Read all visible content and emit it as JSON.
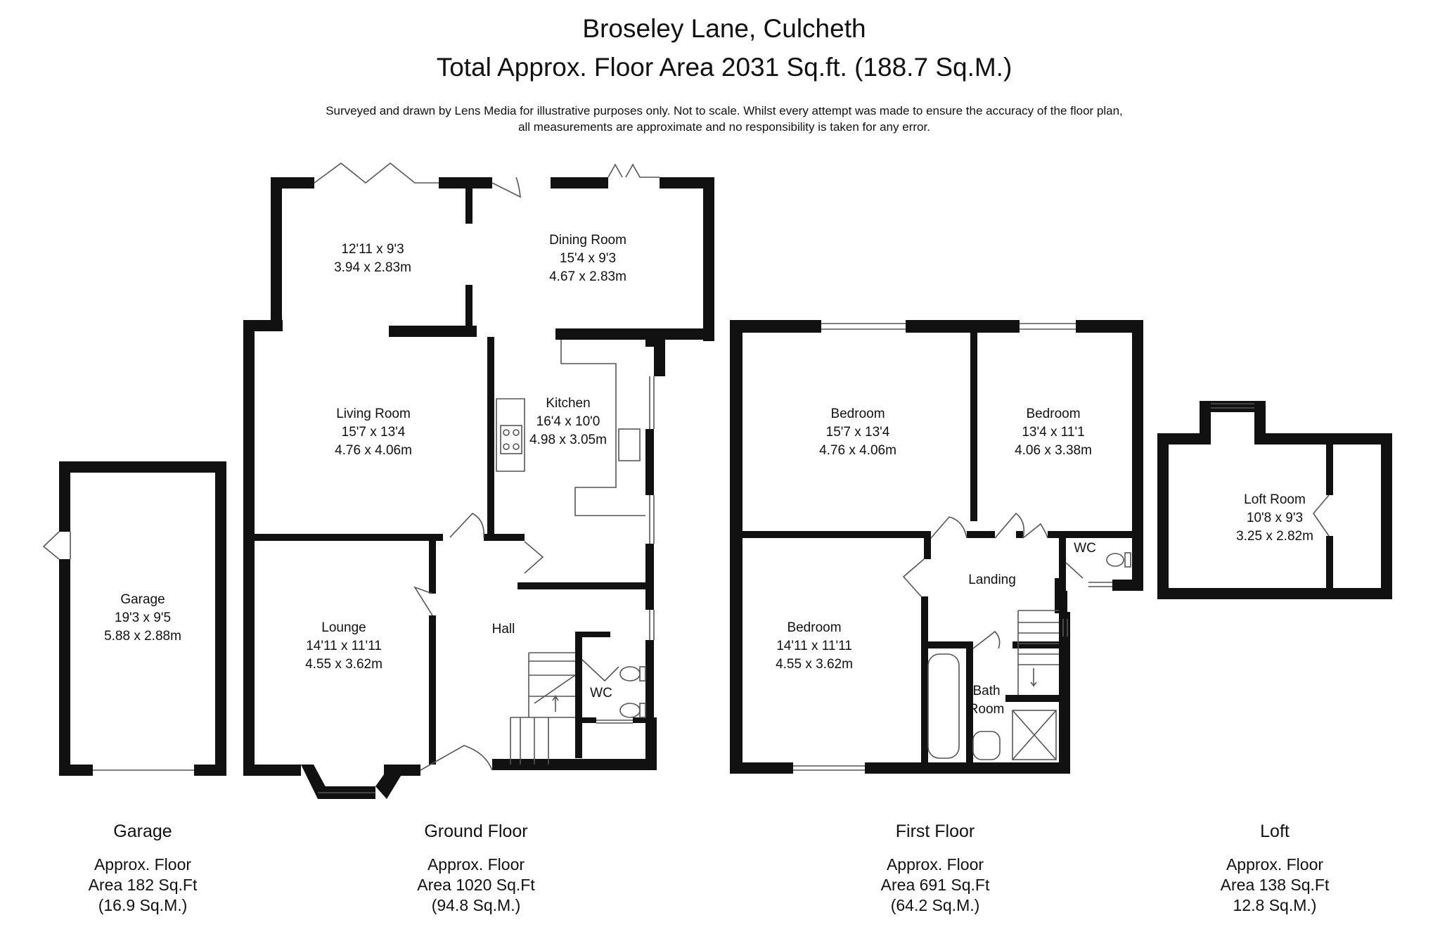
{
  "header": {
    "title": "Broseley Lane, Culcheth",
    "area": "Total Approx. Floor Area 2031 Sq.ft. (188.7 Sq.M.)",
    "disclaimer_1": "Surveyed and drawn by Lens Media for illustrative purposes only. Not to scale. Whilst every attempt was made to ensure the accuracy of the floor plan,",
    "disclaimer_2": "all measurements are approximate and no responsibility is taken for any error."
  },
  "rooms": {
    "garage": {
      "name": "Garage",
      "imperial": "19'3 x 9'5",
      "metric": "5.88 x 2.88m"
    },
    "sunroom": {
      "imperial": "12'11 x 9'3",
      "metric": "3.94 x 2.83m"
    },
    "dining": {
      "name": "Dining Room",
      "imperial": "15'4 x 9'3",
      "metric": "4.67 x 2.83m"
    },
    "living": {
      "name": "Living Room",
      "imperial": "15'7 x 13'4",
      "metric": "4.76 x 4.06m"
    },
    "kitchen": {
      "name": "Kitchen",
      "imperial": "16'4 x 10'0",
      "metric": "4.98 x 3.05m"
    },
    "lounge": {
      "name": "Lounge",
      "imperial": "14'11 x 11'11",
      "metric": "4.55 x 3.62m"
    },
    "hall": {
      "name": "Hall"
    },
    "wc_ground": {
      "name": "WC"
    },
    "bedroom_1": {
      "name": "Bedroom",
      "imperial": "15'7 x 13'4",
      "metric": "4.76 x 4.06m"
    },
    "bedroom_2": {
      "name": "Bedroom",
      "imperial": "13'4 x 11'1",
      "metric": "4.06 x 3.38m"
    },
    "bedroom_3": {
      "name": "Bedroom",
      "imperial": "14'11 x 11'11",
      "metric": "4.55 x 3.62m"
    },
    "landing": {
      "name": "Landing"
    },
    "wc_first": {
      "name": "WC"
    },
    "bathroom": {
      "name_1": "Bath",
      "name_2": "Room"
    },
    "loft_room": {
      "name": "Loft Room",
      "imperial": "10'8 x 9'3",
      "metric": "3.25 x 2.82m"
    }
  },
  "summaries": {
    "garage": {
      "label": "Garage",
      "line1": "Approx. Floor",
      "line2": "Area 182 Sq.Ft",
      "line3": "(16.9 Sq.M.)"
    },
    "ground": {
      "label": "Ground Floor",
      "line1": "Approx. Floor",
      "line2": "Area 1020 Sq.Ft",
      "line3": "(94.8 Sq.M.)"
    },
    "first": {
      "label": "First Floor",
      "line1": "Approx. Floor",
      "line2": "Area 691 Sq.Ft",
      "line3": "(64.2 Sq.M.)"
    },
    "loft": {
      "label": "Loft",
      "line1": "Approx. Floor",
      "line2": "Area 138 Sq.Ft",
      "line3": "12.8 Sq.M.)"
    }
  },
  "colors": {
    "wall": "#111111",
    "fixture": "#555555",
    "background": "#ffffff"
  }
}
